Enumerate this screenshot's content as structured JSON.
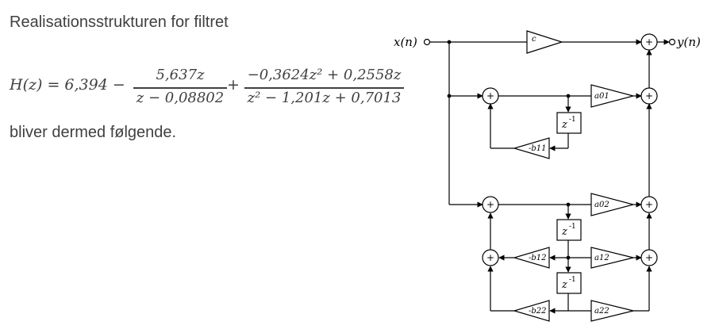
{
  "heading": "Realisationsstrukturen for filtret",
  "equation": {
    "lhs": "H(z) = 6,394 −",
    "frac1": {
      "num": "5,637z",
      "den": "z − 0,08802"
    },
    "plus": "+",
    "frac2": {
      "num": "−0,3624z² + 0,2558z",
      "den": "z² − 1,201z + 0,7013"
    }
  },
  "after_text": "bliver dermed følgende.",
  "diagram": {
    "input_label": "x(n)",
    "output_label": "y(n)",
    "gain_c": "c",
    "gain_a01": "a01",
    "gain_b11": "-b11",
    "gain_a02": "a02",
    "gain_b12": "-b12",
    "gain_a12": "a12",
    "gain_b22": "-b22",
    "gain_a22": "a22",
    "delay_label": "z",
    "delay_exp": "-1",
    "adder_symbol": "+"
  }
}
